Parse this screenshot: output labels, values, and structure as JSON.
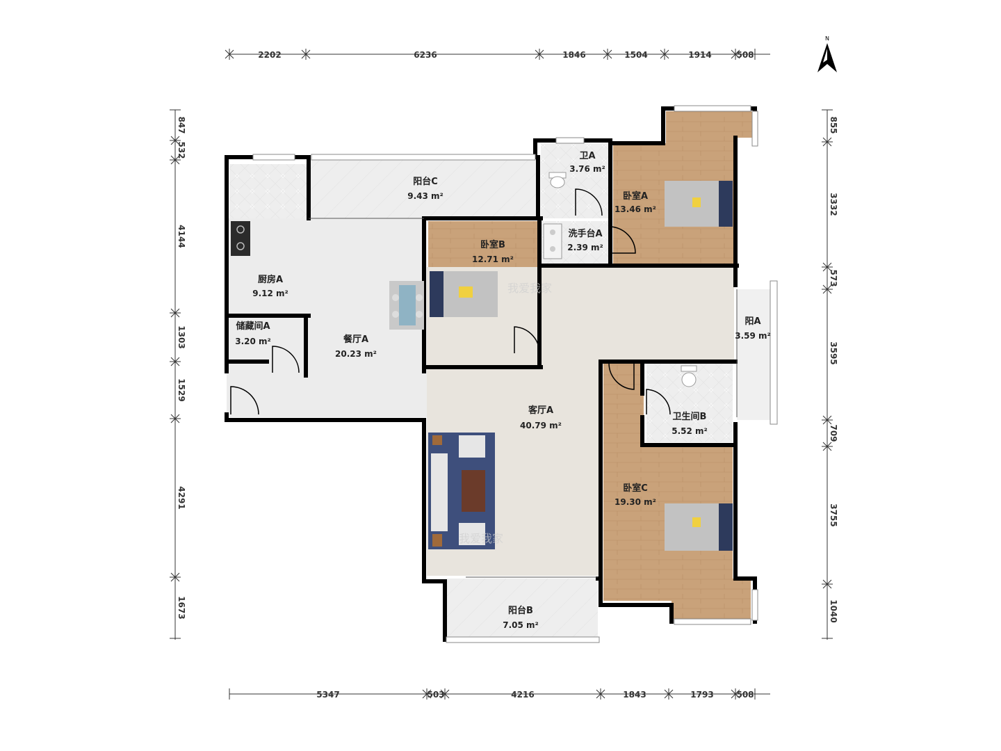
{
  "compass": {
    "label": "N",
    "icon": "north-arrow-icon"
  },
  "rooms": [
    {
      "id": "balcony-c",
      "name": "阳台C",
      "area": "9.43 m²"
    },
    {
      "id": "bath-a",
      "name": "卫A",
      "area": "3.76 m²"
    },
    {
      "id": "bedroom-a",
      "name": "卧室A",
      "area": "13.46 m²"
    },
    {
      "id": "washbasin-a",
      "name": "洗手台A",
      "area": "2.39 m²"
    },
    {
      "id": "bedroom-b",
      "name": "卧室B",
      "area": "12.71 m²"
    },
    {
      "id": "kitchen-a",
      "name": "厨房A",
      "area": "9.12 m²"
    },
    {
      "id": "storage-a",
      "name": "储藏间A",
      "area": "3.20 m²"
    },
    {
      "id": "dining-a",
      "name": "餐厅A",
      "area": "20.23 m²"
    },
    {
      "id": "balcony-a",
      "name": "阳A",
      "area": "3.59 m²"
    },
    {
      "id": "living-a",
      "name": "客厅A",
      "area": "40.79 m²"
    },
    {
      "id": "bath-b",
      "name": "卫生间B",
      "area": "5.52 m²"
    },
    {
      "id": "bedroom-c",
      "name": "卧室C",
      "area": "19.30 m²"
    },
    {
      "id": "balcony-b",
      "name": "阳台B",
      "area": "7.05 m²"
    }
  ],
  "dimensions": {
    "top": [
      "2202",
      "6236",
      "1846",
      "1504",
      "1914",
      "508"
    ],
    "bottom": [
      "5347",
      "503",
      "4216",
      "1843",
      "1793",
      "508"
    ],
    "left": [
      "847",
      "532",
      "4144",
      "1303",
      "1529",
      "4291",
      "1673"
    ],
    "right": [
      "855",
      "3332",
      "573",
      "3595",
      "709",
      "3755",
      "1040"
    ]
  },
  "watermark": "我爱我家",
  "colors": {
    "wall": "#000000",
    "wood": "#c9a27a",
    "tile": "#ececec",
    "living": "#e9e6e0",
    "balcony": "#efefef",
    "rug": "#3e4f7c"
  }
}
